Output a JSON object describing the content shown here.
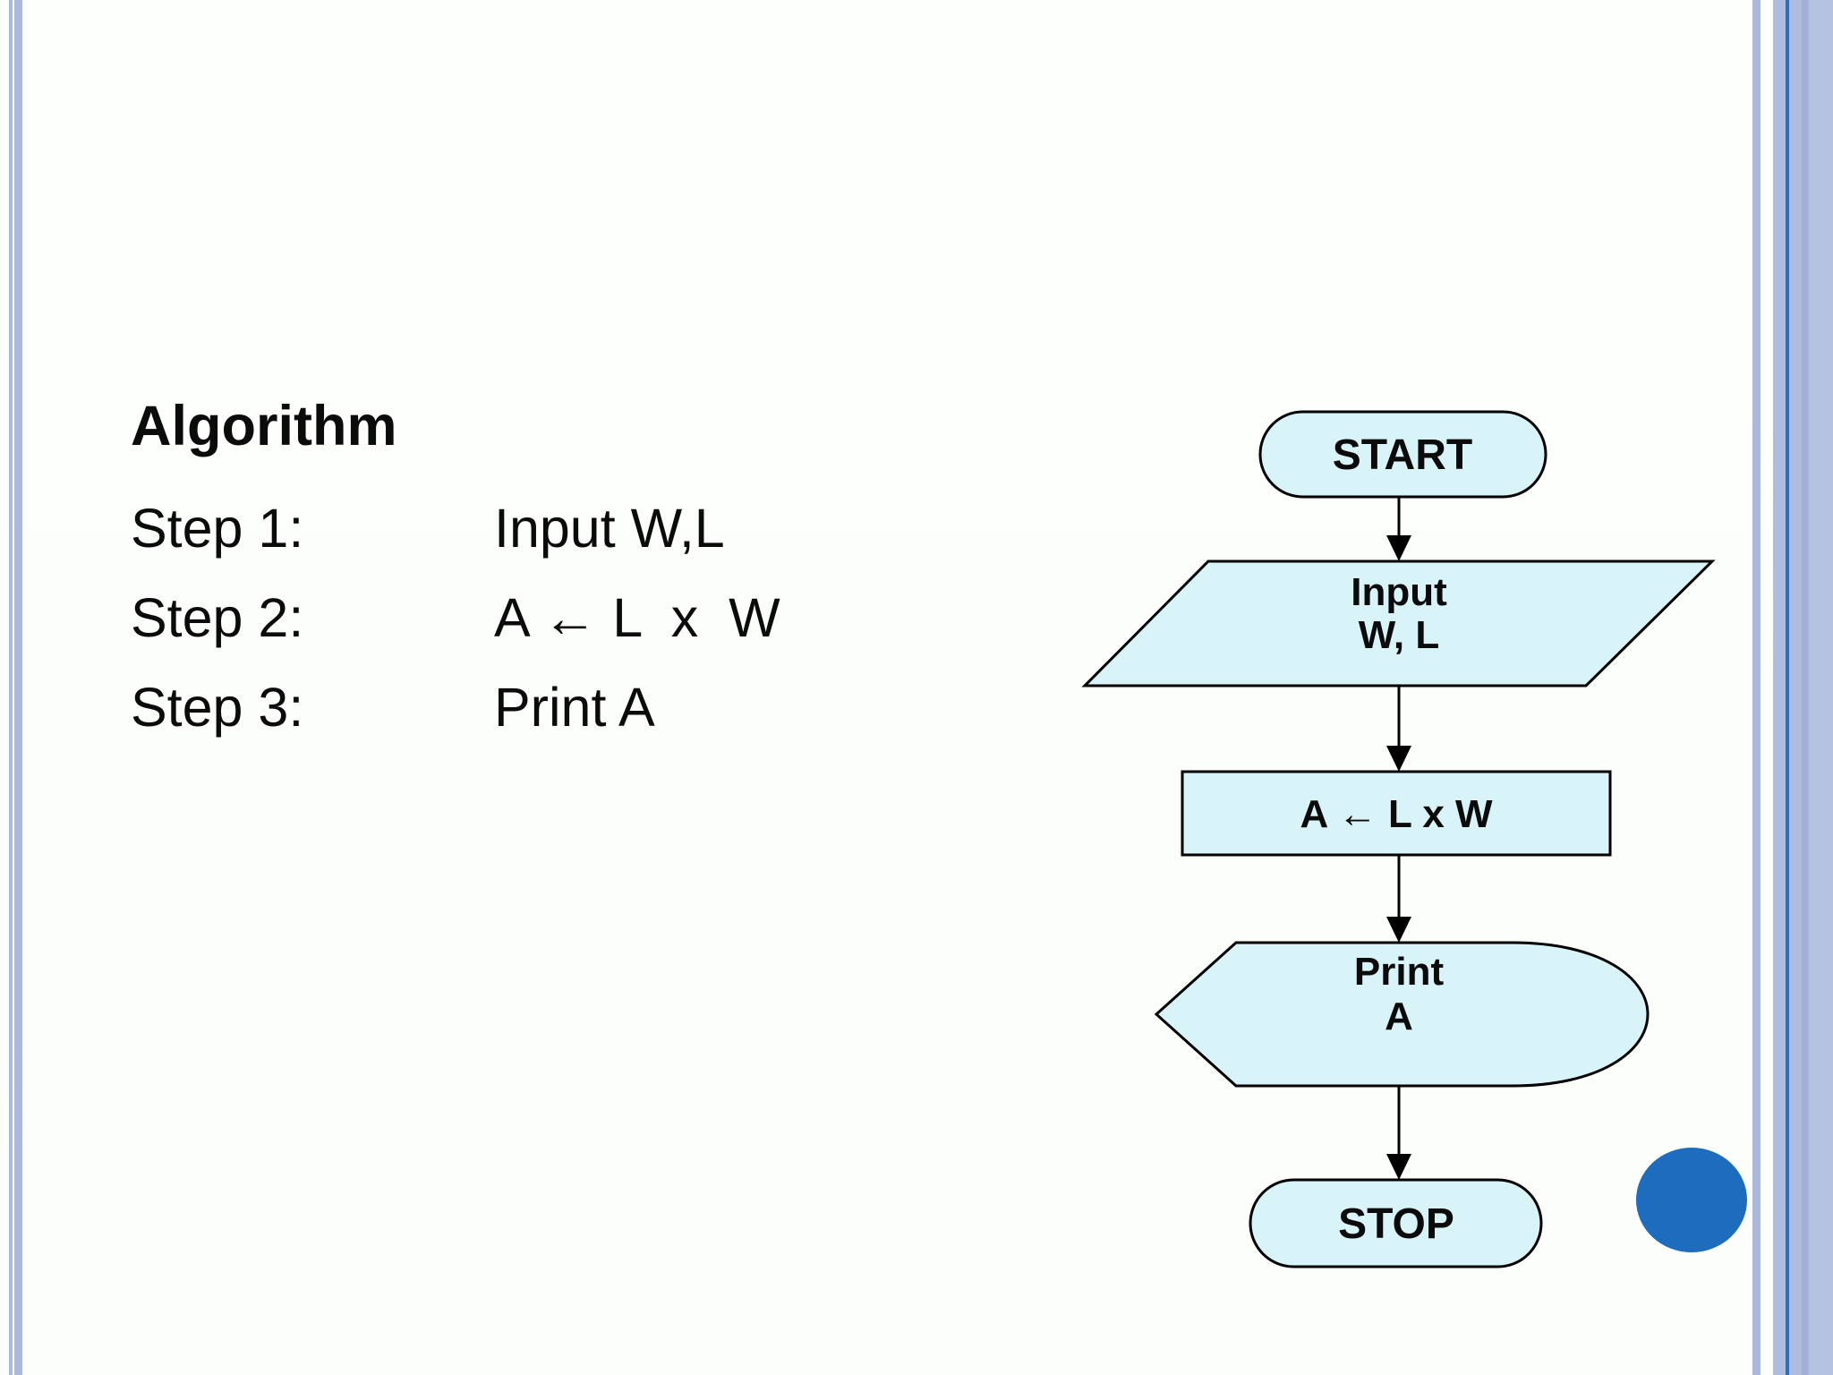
{
  "slide": {
    "title": "Algorithm",
    "steps": [
      {
        "label": "Step 1:",
        "text": "Input W,L"
      },
      {
        "label": "Step 2:",
        "text": "A ← L  x  W"
      },
      {
        "label": "Step 3:",
        "text": "Print A"
      }
    ]
  },
  "flowchart": {
    "nodes": {
      "start": {
        "type": "terminator",
        "label": "START"
      },
      "input": {
        "type": "parallelogram",
        "lines": [
          "Input",
          "W, L"
        ]
      },
      "process": {
        "type": "process",
        "label": "A ← L x W"
      },
      "print": {
        "type": "display",
        "lines": [
          "Print",
          "A"
        ]
      },
      "stop": {
        "type": "terminator",
        "label": "STOP"
      }
    },
    "node_fill": "#d9f4f8",
    "node_stroke": "#000000"
  },
  "decorations": {
    "bullet_circle_color": "#1e6cbe",
    "border_stripe_color": "#aab9dd",
    "border_dark_line_color": "#2e6db8"
  }
}
